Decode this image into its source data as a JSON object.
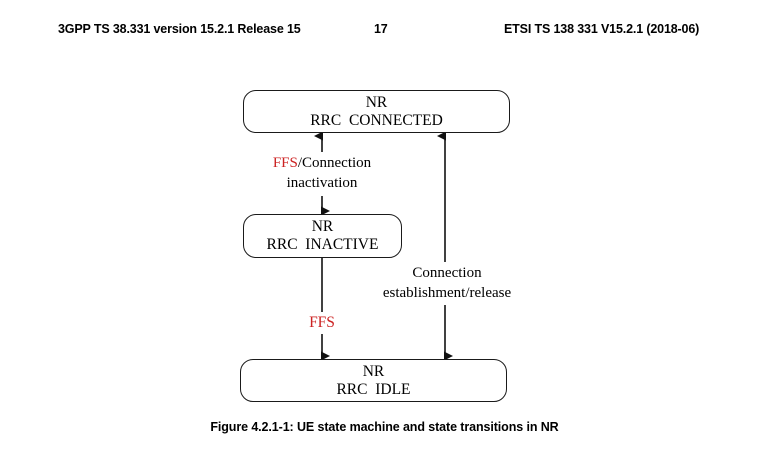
{
  "header": {
    "left": "3GPP TS 38.331 version 15.2.1 Release 15",
    "page_number": "17",
    "right": "ETSI TS 138 331 V15.2.1 (2018-06)"
  },
  "figure": {
    "caption": "Figure 4.2.1-1: UE state machine and state transitions in NR",
    "states": [
      {
        "id": "connected",
        "line1": "NR",
        "line2": "RRC  CONNECTED"
      },
      {
        "id": "inactive",
        "line1": "NR",
        "line2": "RRC  INACTIVE"
      },
      {
        "id": "idle",
        "line1": "NR",
        "line2": "RRC  IDLE"
      }
    ],
    "transitions": [
      {
        "id": "inactivation",
        "ffs_label": "FFS",
        "rest_label": "/Connection",
        "line2": "inactivation",
        "from": "connected",
        "to": "inactive",
        "bidirectional": true
      },
      {
        "id": "ffs-inactive-to-idle",
        "label": "FFS",
        "from": "inactive",
        "to": "idle",
        "bidirectional": false
      },
      {
        "id": "establishment-release",
        "line1": "Connection",
        "line2": "establishment/release",
        "from": "idle",
        "to": "connected",
        "bidirectional": true
      }
    ]
  },
  "colors": {
    "ffs_red": "#CC2222",
    "stroke": "#1a1a1a",
    "background": "#ffffff"
  }
}
